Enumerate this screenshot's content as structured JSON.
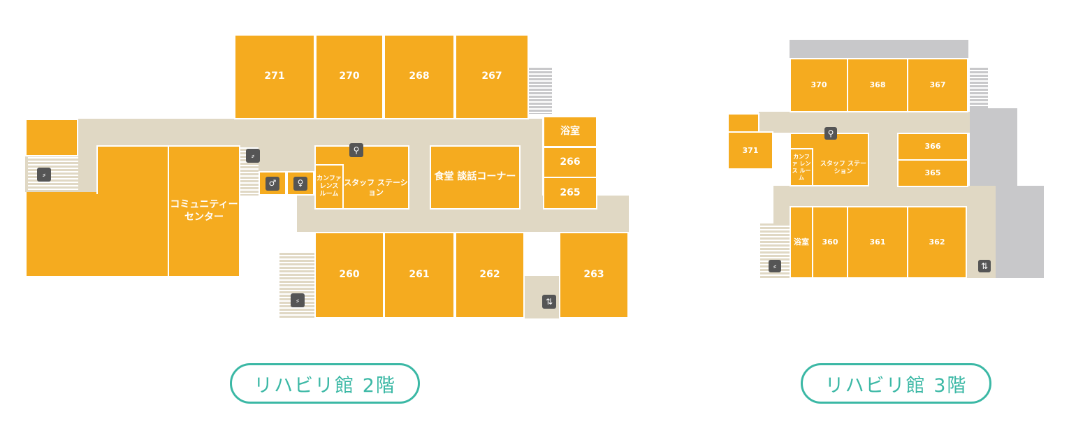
{
  "floor2": {
    "label": "リハビリ館 2階",
    "rooms": {
      "r271": "271",
      "r270": "270",
      "r268": "268",
      "r267": "267",
      "bath": "浴室",
      "r266": "266",
      "r265": "265",
      "community": "コミュニティー センター",
      "conference": "カンファ レンス ルーム",
      "staff": "スタッフ ステーション",
      "dining": "食堂 談話コーナー",
      "r260": "260",
      "r261": "261",
      "r262": "262",
      "r263": "263"
    }
  },
  "floor3": {
    "label": "リハビリ館 3階",
    "rooms": {
      "r370": "370",
      "r368": "368",
      "r367": "367",
      "r371": "371",
      "conference": "カンファ レンス ルーム",
      "staff": "スタッフ ステーション",
      "r366": "366",
      "r365": "365",
      "bath": "浴室",
      "r360": "360",
      "r361": "361",
      "r362": "362"
    }
  },
  "icons": [
    "toilet-icon",
    "stairs-icon",
    "elevator-icon"
  ]
}
